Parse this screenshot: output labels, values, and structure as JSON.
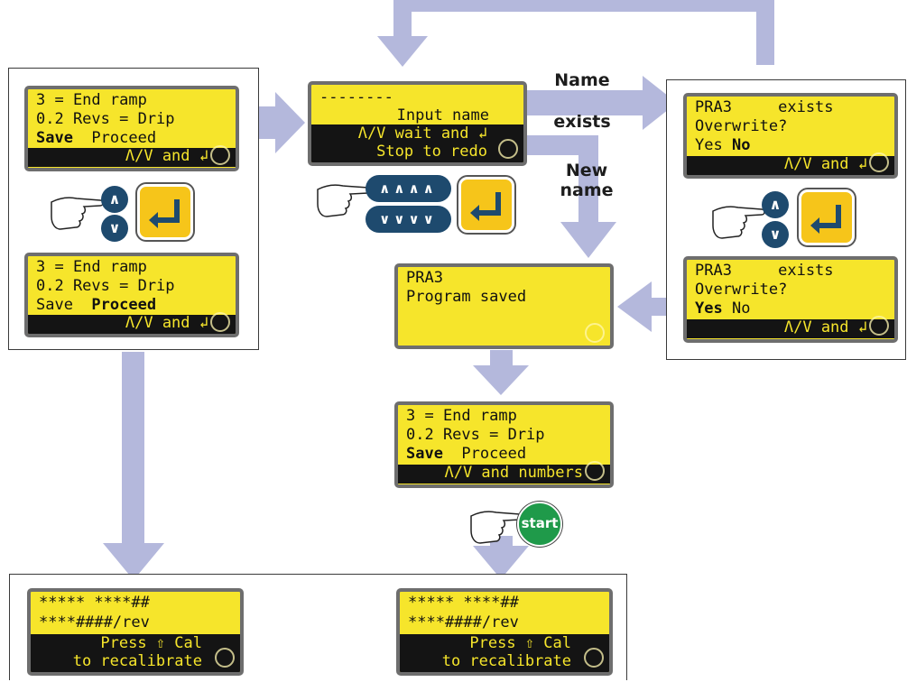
{
  "labels": {
    "name_exists_1": "Name",
    "name_exists_2": "exists",
    "new_name_1": "New",
    "new_name_2": "name",
    "start": "start"
  },
  "lcd_endramp_save": {
    "line1": "3 = End ramp",
    "line2": "0.2 Revs = Drip",
    "line3_bold": "Save",
    "line3_rest": "  Proceed",
    "bar": "Λ/V and ↲"
  },
  "lcd_endramp_proceed": {
    "line1": "3 = End ramp",
    "line2": "0.2 Revs = Drip",
    "line3_rest": "Save  ",
    "line3_bold": "Proceed",
    "bar": "Λ/V and ↲"
  },
  "lcd_input_name": {
    "line1": "--------",
    "line2": "Input name",
    "bar1": "Λ/V wait and ↲",
    "bar2": "Stop to redo"
  },
  "lcd_exists_no": {
    "line1": "PRA3     exists",
    "line2": "Overwrite?",
    "line3_rest": "Yes ",
    "line3_bold": "No",
    "bar": "Λ/V and ↲"
  },
  "lcd_exists_yes": {
    "line1": "PRA3     exists",
    "line2": "Overwrite?",
    "line3_bold": "Yes",
    "line3_rest": " No",
    "bar": "Λ/V and ↲"
  },
  "lcd_saved": {
    "line1": "PRA3",
    "line2": "Program saved"
  },
  "lcd_endramp_numbers": {
    "line1": "3 = End ramp",
    "line2": "0.2 Revs = Drip",
    "line3_bold": "Save",
    "line3_rest": "  Proceed",
    "bar": "Λ/V and numbers"
  },
  "lcd_calib_left": {
    "line1": "***** ****##",
    "line2": "****####/rev",
    "bar1": "Press ⇧ Cal",
    "bar2": "to recalibrate"
  },
  "lcd_calib_right": {
    "line1": "***** ****##",
    "line2": "****####/rev",
    "bar1": "Press ⇧ Cal",
    "bar2": "to recalibrate"
  },
  "colors": {
    "arrow": "#b4b8dc",
    "lcd_bg": "#f6e52b",
    "lcd_bar": "#141414",
    "button_blue": "#1e4a6e",
    "enter_yellow": "#f6c51a",
    "start_green": "#1f9a4a"
  }
}
